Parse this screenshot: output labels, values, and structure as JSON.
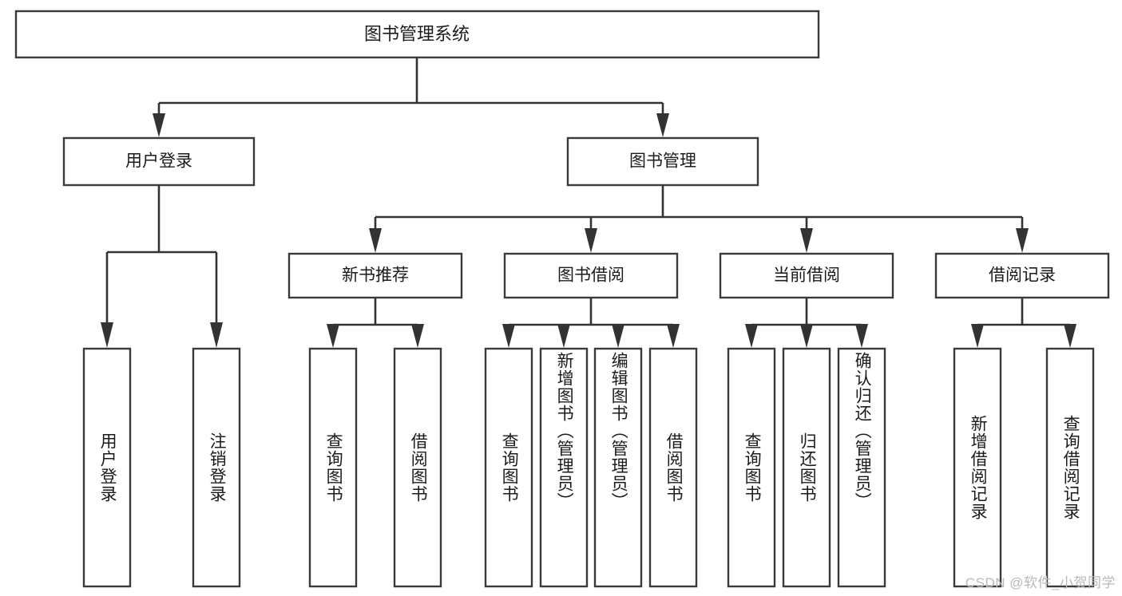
{
  "diagram": {
    "title": "图书管理系统",
    "type": "hierarchy-tree",
    "watermark": "CSDN @软件_小贺同学",
    "root": {
      "id": "root",
      "label": "图书管理系统"
    },
    "level2": [
      {
        "id": "user-login",
        "label": "用户登录"
      },
      {
        "id": "book-management",
        "label": "图书管理"
      }
    ],
    "level3": [
      {
        "id": "new-book-recommend",
        "label": "新书推荐",
        "parent": "book-management"
      },
      {
        "id": "book-borrow",
        "label": "图书借阅",
        "parent": "book-management"
      },
      {
        "id": "current-borrow",
        "label": "当前借阅",
        "parent": "book-management"
      },
      {
        "id": "borrow-record",
        "label": "借阅记录",
        "parent": "book-management"
      }
    ],
    "leaves": [
      {
        "id": "leaf-user-login",
        "label": "用户登录",
        "parent": "user-login"
      },
      {
        "id": "leaf-logout-login",
        "label": "注销登录",
        "parent": "user-login"
      },
      {
        "id": "leaf-query-book-1",
        "label": "查询图书",
        "parent": "new-book-recommend"
      },
      {
        "id": "leaf-borrow-book-1",
        "label": "借阅图书",
        "parent": "new-book-recommend"
      },
      {
        "id": "leaf-query-book-2",
        "label": "查询图书",
        "parent": "book-borrow"
      },
      {
        "id": "leaf-add-book",
        "label": "新增图书（管理员）",
        "parent": "book-borrow"
      },
      {
        "id": "leaf-edit-book",
        "label": "编辑图书（管理员）",
        "parent": "book-borrow"
      },
      {
        "id": "leaf-borrow-book-2",
        "label": "借阅图书",
        "parent": "book-borrow"
      },
      {
        "id": "leaf-query-book-3",
        "label": "查询图书",
        "parent": "current-borrow"
      },
      {
        "id": "leaf-return-book",
        "label": "归还图书",
        "parent": "current-borrow"
      },
      {
        "id": "leaf-confirm-return",
        "label": "确认归还（管理员）",
        "parent": "current-borrow"
      },
      {
        "id": "leaf-add-record",
        "label": "新增借阅记录",
        "parent": "borrow-record"
      },
      {
        "id": "leaf-query-record",
        "label": "查询借阅记录",
        "parent": "borrow-record"
      }
    ],
    "colors": {
      "box_stroke": "#3a3a3a",
      "box_fill": "#ffffff",
      "connector": "#333333",
      "text": "#1b1b1b",
      "watermark": "#b9b9b9",
      "background": "#ffffff"
    }
  }
}
